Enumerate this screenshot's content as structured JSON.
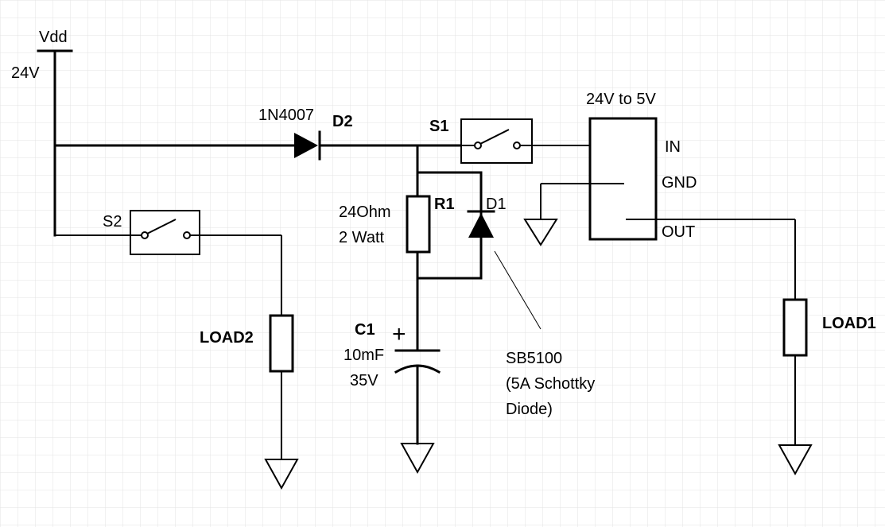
{
  "supply": {
    "name": "Vdd",
    "voltage": "24V"
  },
  "d2": {
    "part": "1N4007",
    "ref": "D2"
  },
  "s1": {
    "ref": "S1"
  },
  "s2": {
    "ref": "S2"
  },
  "r1": {
    "value": "24Ohm",
    "power": "2 Watt",
    "ref": "R1"
  },
  "d1": {
    "ref": "D1",
    "part": "SB5100",
    "desc_line1": "(5A Schottky",
    "desc_line2": "Diode)"
  },
  "c1": {
    "ref": "C1",
    "polarity": "+",
    "value": "10mF",
    "voltage": "35V"
  },
  "regulator": {
    "title": "24V to 5V",
    "pin_in": "IN",
    "pin_gnd": "GND",
    "pin_out": "OUT"
  },
  "load1": {
    "ref": "LOAD1"
  },
  "load2": {
    "ref": "LOAD2"
  }
}
